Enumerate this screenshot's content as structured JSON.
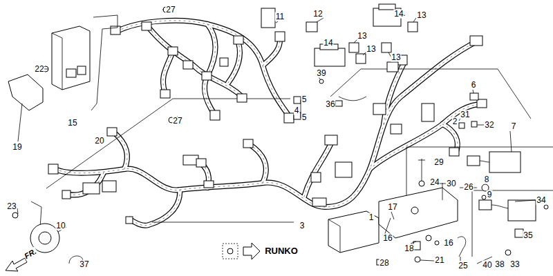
{
  "diagram": {
    "labels": [
      "27",
      "11",
      "12",
      "14",
      "13",
      "14",
      "13",
      "13",
      "13",
      "22",
      "39",
      "6",
      "5",
      "36",
      "4",
      "5",
      "31",
      "15",
      "27",
      "2",
      "32",
      "7",
      "20",
      "19",
      "29",
      "8",
      "24",
      "30",
      "26",
      "9",
      "34",
      "23",
      "17",
      "1",
      "3",
      "10",
      "35",
      "16",
      "16",
      "18",
      "RUNKO",
      "FR.",
      "21",
      "28",
      "37",
      "25",
      "40",
      "38",
      "33"
    ]
  }
}
